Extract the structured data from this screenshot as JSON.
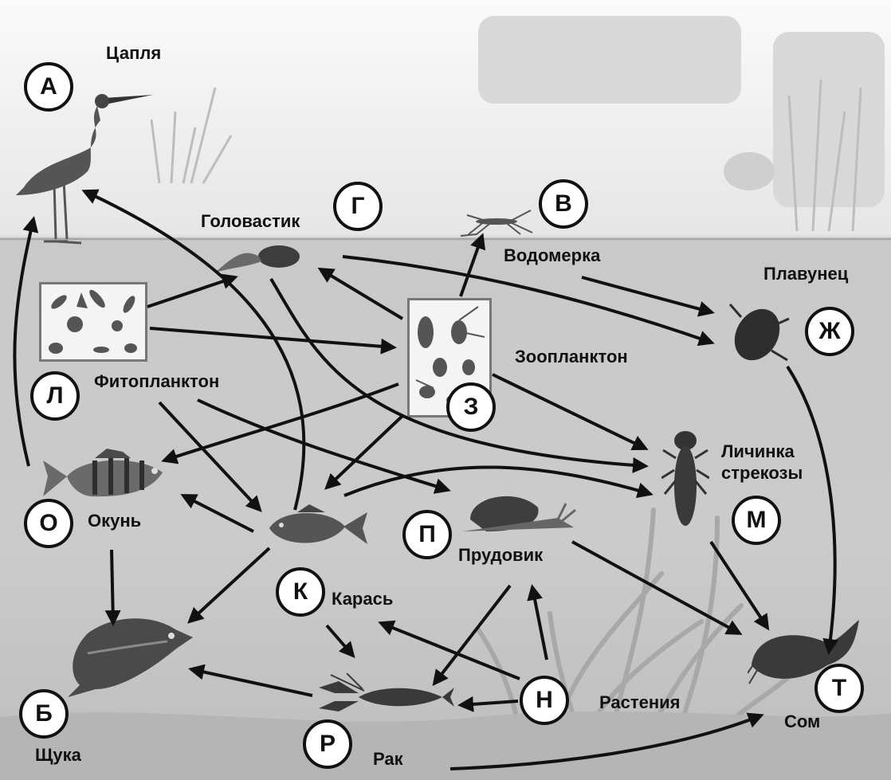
{
  "organisms": {
    "heron": {
      "letter": "А",
      "label": "Цапля"
    },
    "pike": {
      "letter": "Б",
      "label": "Щука"
    },
    "water_strider": {
      "letter": "В",
      "label": "Водомерка"
    },
    "tadpole": {
      "letter": "Г",
      "label": "Головастик"
    },
    "diving_beetle": {
      "letter": "Ж",
      "label": "Плавунец"
    },
    "zooplankton": {
      "letter": "З",
      "label": "Зоопланктон"
    },
    "crucian": {
      "letter": "К",
      "label": "Карась"
    },
    "phytoplankton": {
      "letter": "Л",
      "label": "Фитопланктон"
    },
    "dragonfly_larva": {
      "letter": "М",
      "label": "Личинка стрекозы"
    },
    "plants": {
      "letter": "Н",
      "label": "Растения"
    },
    "perch": {
      "letter": "О",
      "label": "Окунь"
    },
    "pond_snail": {
      "letter": "П",
      "label": "Прудовик"
    },
    "crayfish": {
      "letter": "Р",
      "label": "Рак"
    },
    "catfish": {
      "letter": "Т",
      "label": "Сом"
    }
  },
  "colors": {
    "ink": "#111111",
    "arrow": "#111111",
    "circle_fill": "#ffffff"
  }
}
